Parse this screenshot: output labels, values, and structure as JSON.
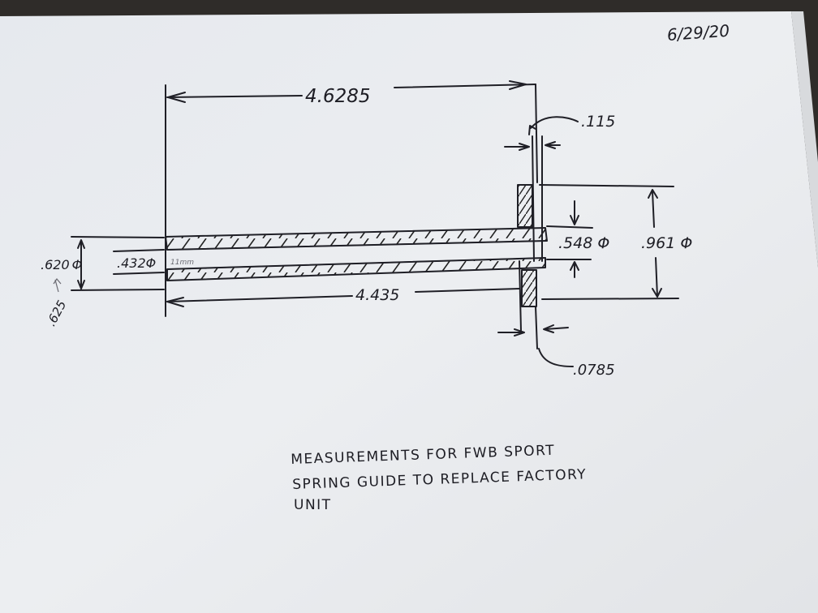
{
  "sheet": {
    "date": "6/29/20",
    "notes": [
      "MEASUREMENTS FOR FWB SPORT",
      "SPRING GUIDE TO REPLACE FACTORY",
      "UNIT"
    ]
  },
  "dimensions": {
    "overall_length": "4.6285",
    "shaft_length": "4.435",
    "flange_thickness": ".115",
    "collar_thickness": ".0785",
    "shaft_diameter": ".548",
    "flange_diameter": ".961",
    "outer_diameter_left": ".620",
    "outer_diameter_alt": ".625",
    "bore_diameter": ".432",
    "bore_metric": "11mm",
    "diameter_symbol": "Φ"
  }
}
